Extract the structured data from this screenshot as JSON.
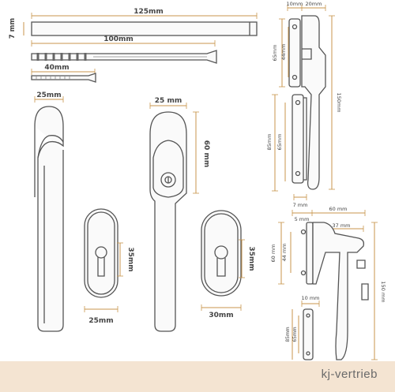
{
  "labels": {
    "screw_long": "125mm",
    "spindle_h": "7 mm",
    "screw_mid": "100mm",
    "screw_short": "40mm",
    "handle1_w": "25mm",
    "handle2_w": "25 mm",
    "handle2_h": "60 mm",
    "rose1_h": "35mm",
    "rose1_w": "25mm",
    "rose2_h": "35mm",
    "rose2_w": "30mm",
    "side_10": "10mm",
    "side_20": "20mm",
    "side_65": "65mm",
    "side_44": "44mm",
    "side_150": "150mm",
    "side_85": "85mm",
    "side_65b": "65mm",
    "side_7": "7 mm",
    "side2_5": "5 mm",
    "side2_60": "60 mm",
    "side2_37": "37 mm",
    "side2_60v": "60 mm",
    "side2_44": "44 mm",
    "side2_150": "150 mm",
    "side2_10": "10 mm",
    "side2_85": "85mm",
    "side2_65": "65mm"
  },
  "footer": {
    "brand": "kj-vertrieb"
  },
  "colors": {
    "dimension_line": "#c8964e",
    "outline": "#555555",
    "footer_bg": "#f4e4d2"
  }
}
